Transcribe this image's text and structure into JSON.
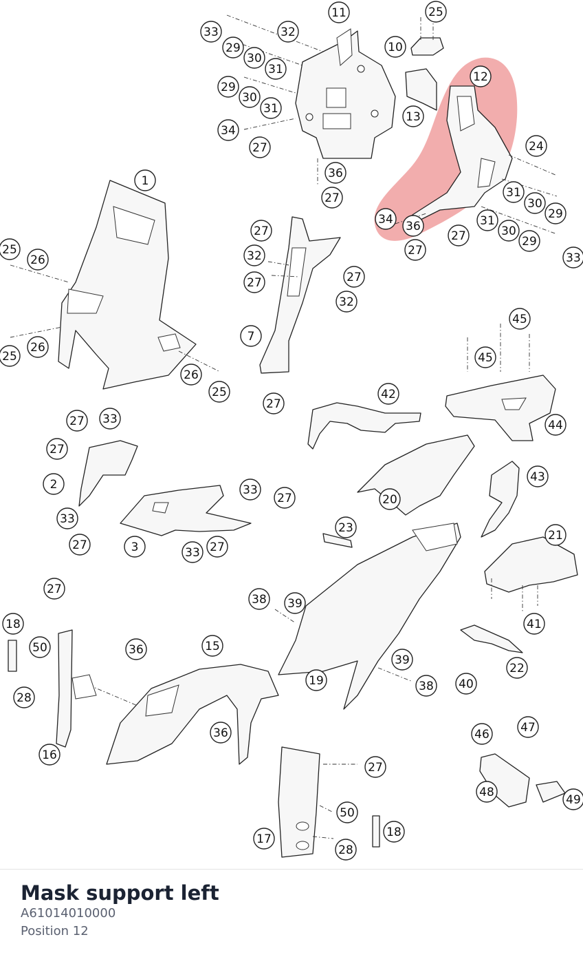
{
  "part": {
    "name": "Mask support left",
    "number": "A61014010000",
    "position": "Position 12"
  },
  "highlight": {
    "color": "#e86a6a",
    "position_label": "12"
  },
  "callouts": [
    "1",
    "2",
    "3",
    "7",
    "10",
    "11",
    "12",
    "13",
    "15",
    "16",
    "17",
    "18",
    "19",
    "20",
    "21",
    "22",
    "23",
    "24",
    "25",
    "26",
    "27",
    "28",
    "29",
    "30",
    "31",
    "32",
    "33",
    "34",
    "36",
    "38",
    "39",
    "40",
    "41",
    "42",
    "43",
    "44",
    "45",
    "46",
    "47",
    "48",
    "49",
    "50"
  ]
}
